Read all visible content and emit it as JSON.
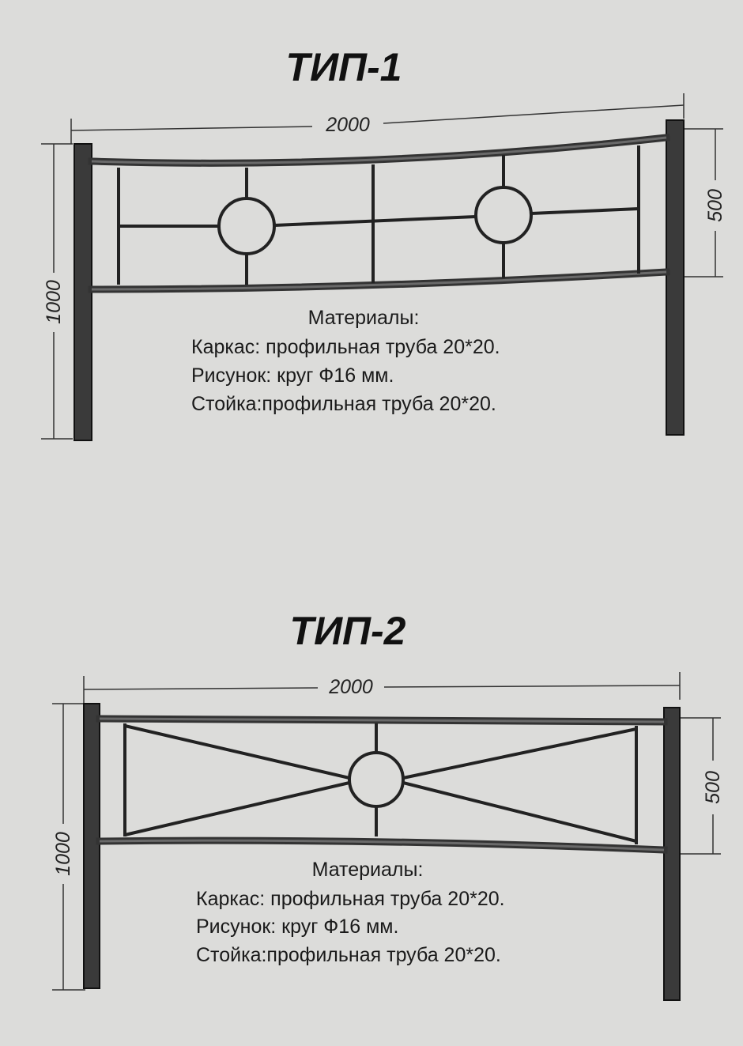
{
  "type1": {
    "title": "ТИП-1",
    "width_dim": "2000",
    "height_dim": "1000",
    "panel_dim": "500",
    "materials_heading": "Материалы:",
    "frame": "Каркас: профильная труба 20*20.",
    "pattern": "Рисунок: круг Ф16 мм.",
    "post": "Стойка:профильная труба 20*20."
  },
  "type2": {
    "title": "ТИП-2",
    "width_dim": "2000",
    "height_dim": "1000",
    "panel_dim": "500",
    "materials_heading": "Материалы:",
    "frame": "Каркас: профильная труба 20*20.",
    "pattern": "Рисунок: круг Ф16 мм.",
    "post": "Стойка:профильная труба 20*20."
  },
  "colors": {
    "paper": "#dcdcda",
    "ink": "#111111"
  }
}
